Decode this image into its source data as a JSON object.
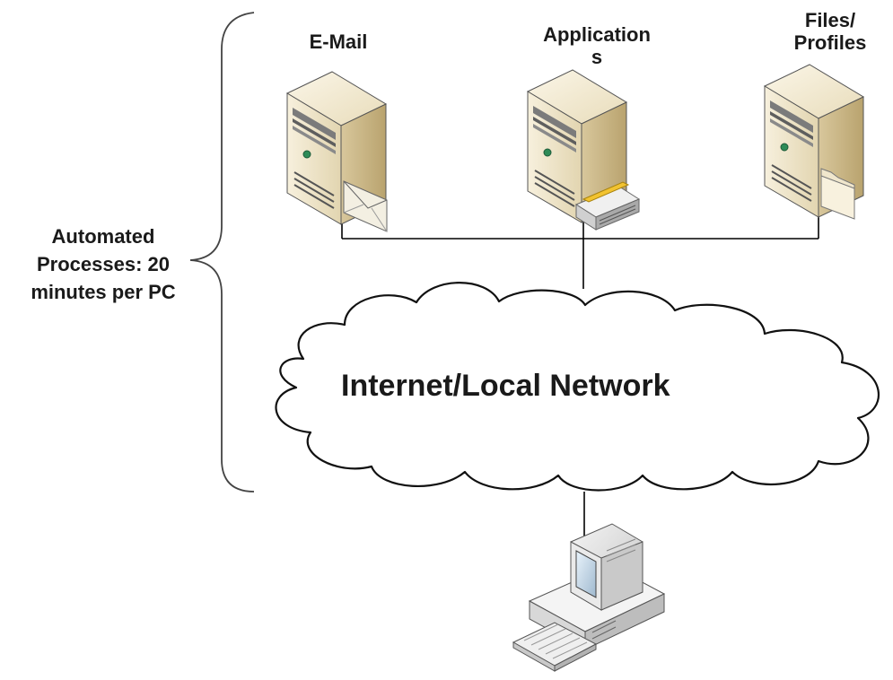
{
  "diagram": {
    "servers": [
      {
        "id": "email",
        "label": "E-Mail",
        "icon": "envelope-icon"
      },
      {
        "id": "applications",
        "label_lines": [
          "Application",
          "s"
        ],
        "icon": "router-icon"
      },
      {
        "id": "files",
        "label_lines": [
          "Files/",
          "Profiles"
        ],
        "icon": "folder-icon"
      }
    ],
    "network": {
      "label": "Internet/Local Network"
    },
    "bracket": {
      "label_lines": [
        "Automated",
        "Processes: 20",
        "minutes per PC"
      ]
    },
    "client": {
      "icon": "desktop-computer-icon"
    },
    "colors": {
      "server_front": "#efe6cf",
      "server_side": "#c8b586",
      "line": "#000000",
      "cloud_fill": "#ffffff",
      "bracket": "#444444"
    }
  }
}
